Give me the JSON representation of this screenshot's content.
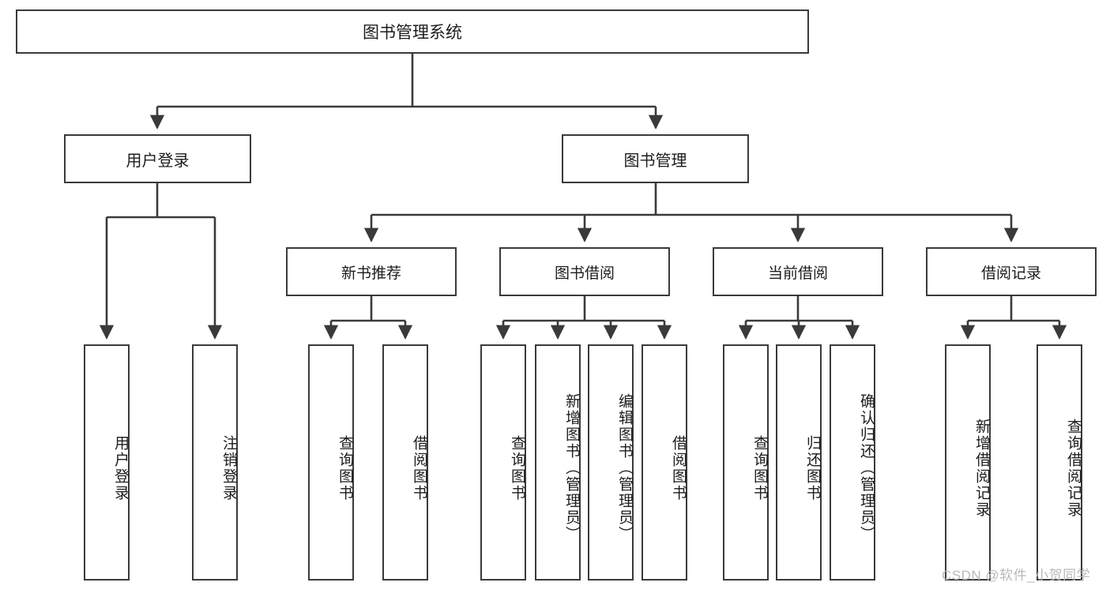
{
  "diagram": {
    "type": "hierarchy-tree",
    "title": "图书管理系统",
    "root": {
      "id": "root",
      "label": "图书管理系统"
    },
    "level2": [
      {
        "id": "user-login",
        "label": "用户登录"
      },
      {
        "id": "book-management",
        "label": "图书管理"
      }
    ],
    "level3": [
      {
        "id": "new-book-recommend",
        "label": "新书推荐",
        "parent": "book-management"
      },
      {
        "id": "book-borrow",
        "label": "图书借阅",
        "parent": "book-management"
      },
      {
        "id": "current-borrow",
        "label": "当前借阅",
        "parent": "book-management"
      },
      {
        "id": "borrow-record",
        "label": "借阅记录",
        "parent": "book-management"
      }
    ],
    "leaves": [
      {
        "id": "leaf-user-login",
        "label": "用户登录",
        "parent": "user-login"
      },
      {
        "id": "leaf-logout-login",
        "label": "注销登录",
        "parent": "user-login"
      },
      {
        "id": "leaf-query-book-1",
        "label": "查询图书",
        "parent": "new-book-recommend"
      },
      {
        "id": "leaf-borrow-book-1",
        "label": "借阅图书",
        "parent": "new-book-recommend"
      },
      {
        "id": "leaf-query-book-2",
        "label": "查询图书",
        "parent": "book-borrow"
      },
      {
        "id": "leaf-add-book",
        "label": "新增图书（管理员）",
        "parent": "book-borrow"
      },
      {
        "id": "leaf-edit-book",
        "label": "编辑图书（管理员）",
        "parent": "book-borrow"
      },
      {
        "id": "leaf-borrow-book-2",
        "label": "借阅图书",
        "parent": "book-borrow"
      },
      {
        "id": "leaf-query-book-3",
        "label": "查询图书",
        "parent": "current-borrow"
      },
      {
        "id": "leaf-return-book",
        "label": "归还图书",
        "parent": "current-borrow"
      },
      {
        "id": "leaf-confirm-return",
        "label": "确认归还（管理员）",
        "parent": "current-borrow"
      },
      {
        "id": "leaf-add-record",
        "label": "新增借阅记录",
        "parent": "borrow-record"
      },
      {
        "id": "leaf-query-record",
        "label": "查询借阅记录",
        "parent": "borrow-record"
      }
    ],
    "colors": {
      "box_border": "#3a3a3a",
      "box_fill": "#ffffff",
      "connector": "#3a3a3a",
      "text": "#1c1c1c",
      "watermark": "#b9b9b9",
      "background": "#ffffff"
    }
  },
  "watermark": {
    "text": "CSDN @软件_小贺同学"
  }
}
